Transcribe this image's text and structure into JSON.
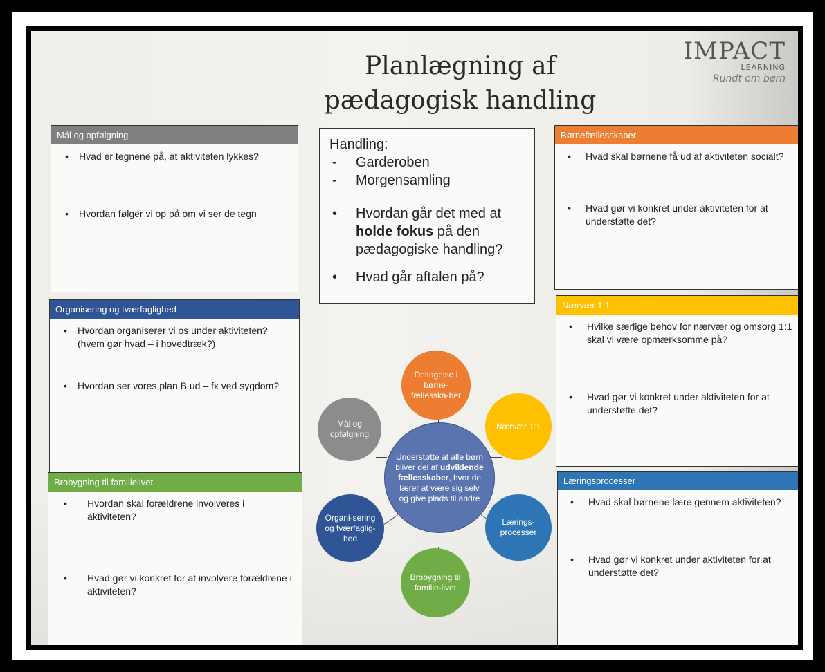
{
  "title": {
    "line1": "Planlægning af",
    "line2": "pædagogisk handling"
  },
  "brand": {
    "name": "IMPACT",
    "sub": "LEARNING",
    "slogan": "Rundt om børn"
  },
  "colors": {
    "grey": "#7f7f7f",
    "blue": "#2f5597",
    "green": "#70ad47",
    "orange": "#ed7d31",
    "yellow": "#ffc000",
    "lightblue": "#2e75b6"
  },
  "panels": {
    "maal": {
      "header": "Mål og opfølgning",
      "q1": "Hvad er tegnene på, at aktiviteten lykkes?",
      "q2": "Hvordan følger vi op på om vi ser de tegn"
    },
    "organisering": {
      "header": "Organisering og tværfaglighed",
      "q1": "Hvordan organiserer vi os under aktiviteten? (hvem gør hvad – i hovedtræk?)",
      "q2": "Hvordan ser vores plan B ud – fx ved sygdom?"
    },
    "brobygning": {
      "header": "Brobygning til familielivet",
      "q1": "Hvordan skal forældrene involveres i aktiviteten?",
      "q2": "Hvad gør vi konkret for at involvere forældrene i aktiviteten?"
    },
    "boernefaelles": {
      "header": "Børnefællesskaber",
      "q1": "Hvad skal børnene få ud af aktiviteten socialt?",
      "q2": "Hvad gør vi konkret under aktiviteten for at understøtte det?"
    },
    "naervaer": {
      "header": "Nærvær 1:1",
      "q1": "Hvilke særlige behov for nærvær og omsorg 1:1 skal vi være opmærksomme på?",
      "q2": "Hvad gør vi konkret under aktiviteten for at understøtte det?"
    },
    "laering": {
      "header": "Læringsprocesser",
      "q1": "Hvad skal børnene lære gennem aktiviteten?",
      "q2": "Hvad gør vi konkret under aktiviteten for at understøtte det?"
    }
  },
  "center": {
    "heading": "Handling:",
    "items": [
      "Garderoben",
      "Morgensamling"
    ],
    "q1_pre": "Hvordan går det med at ",
    "q1_bold": "holde fokus",
    "q1_post": " på den pædagogiske handling?",
    "q2": "Hvad går aftalen på?"
  },
  "diagram": {
    "hub_pre": "Understøtte at alle børn bliver del af ",
    "hub_bold": "udviklende fællesskaber",
    "hub_post": ", hvor de lærer at være sig selv og give plads til andre",
    "top": "Deltagelse i børne-fællesska-ber",
    "topright": "Nærvær 1:1",
    "right": "Lærings-processer",
    "bottom": "Brobygning til familie-livet",
    "left": "Organi-sering og tværfaglig-hed",
    "topleft": "Mål og opfølgning"
  }
}
